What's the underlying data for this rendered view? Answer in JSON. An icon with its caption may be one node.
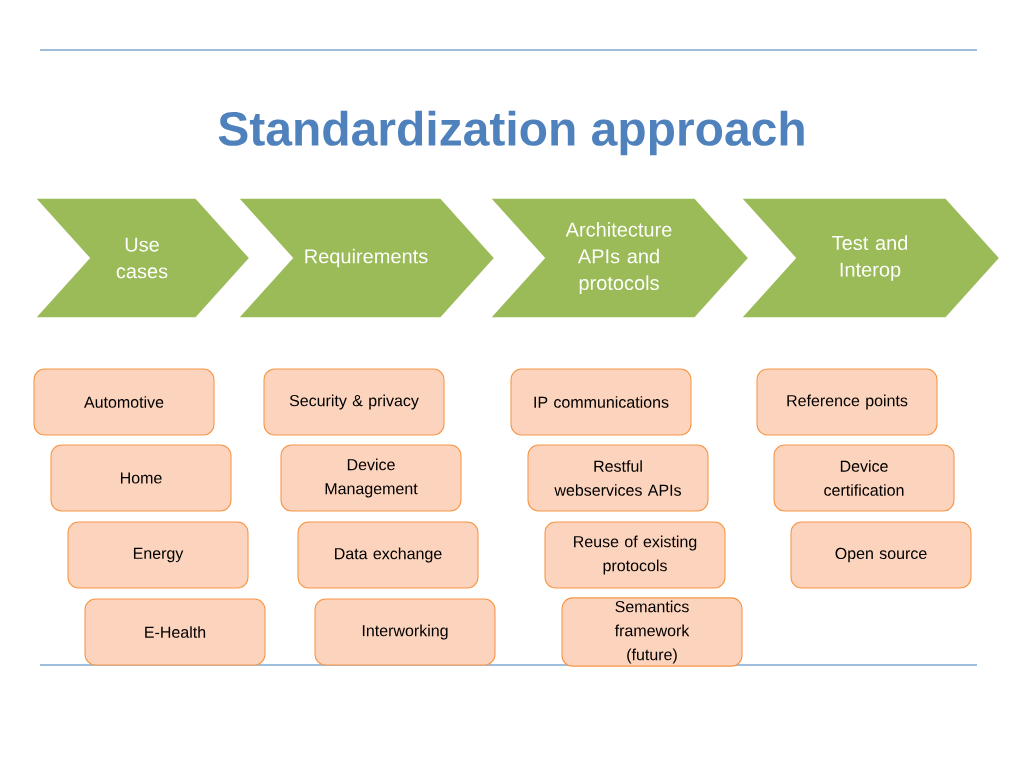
{
  "diagram": {
    "title": "Standardization approach",
    "nodes": [
      {
        "text": [
          "Use cases"
        ]
      },
      {
        "text": [
          "Requirements"
        ]
      },
      {
        "text": [
          "Architecture APIs and protocols"
        ]
      },
      {
        "text": [
          "Test and Interop"
        ]
      },
      {
        "text": [
          "Automotive"
        ]
      },
      {
        "text": [
          "Home"
        ]
      },
      {
        "text": [
          "Energy"
        ]
      },
      {
        "text": [
          "E-Health"
        ]
      },
      {
        "text": [
          "Security & privacy"
        ]
      },
      {
        "text": [
          "Device Management"
        ]
      },
      {
        "text": [
          "Data exchange"
        ]
      },
      {
        "text": [
          "Interworking"
        ]
      },
      {
        "text": [
          "IP communications"
        ]
      },
      {
        "text": [
          "Restful webservices APIs"
        ]
      },
      {
        "text": [
          "Reuse of existing protocols"
        ]
      },
      {
        "text": [
          "Semantics framework (future)"
        ]
      },
      {
        "text": [
          "Reference points"
        ]
      },
      {
        "text": [
          "Device certification"
        ]
      },
      {
        "text": [
          "Open source"
        ]
      }
    ]
  }
}
